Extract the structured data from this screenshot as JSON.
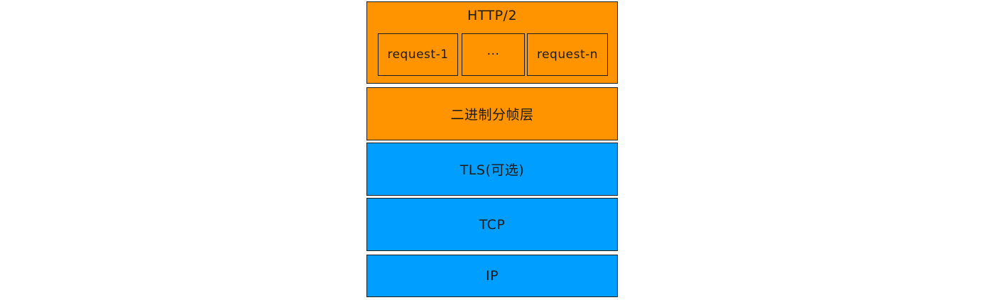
{
  "diagram": {
    "http2": {
      "title": "HTTP/2",
      "requests": [
        "request-1",
        "···",
        "request-n"
      ]
    },
    "framing_layer": "二进制分帧层",
    "tls_layer": "TLS(可选)",
    "tcp_layer": "TCP",
    "ip_layer": "IP",
    "colors": {
      "orange": "#ff9400",
      "blue": "#009fff",
      "border": "#1e1e1e"
    }
  }
}
